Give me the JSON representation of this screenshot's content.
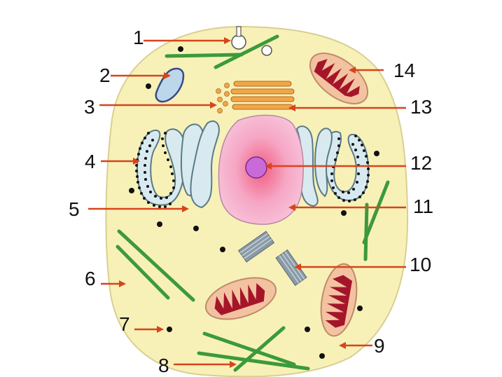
{
  "labels": [
    "1",
    "2",
    "3",
    "4",
    "5",
    "6",
    "7",
    "8",
    "9",
    "10",
    "11",
    "12",
    "13",
    "14"
  ],
  "colors": {
    "cytoplasm": "#f7f1b8",
    "cell_outline": "#d9cf92",
    "arrow": "#d8441c",
    "cytoskeleton": "#3c9a3a",
    "nucleus": "#f4b8d2",
    "nucleus_center": "#f06a8a",
    "nucleolus": "#c86ad8",
    "golgi": "#f2a54a",
    "mito_outer": "#f3c3a1",
    "mito_inner": "#a5152a",
    "er_rough": "#d8eaf0",
    "ribosome": "#111111",
    "centriole": "#8a9aa6",
    "vacuole": "#bcd7ea"
  },
  "icons": {
    "cell": "animal-cell-diagram"
  }
}
